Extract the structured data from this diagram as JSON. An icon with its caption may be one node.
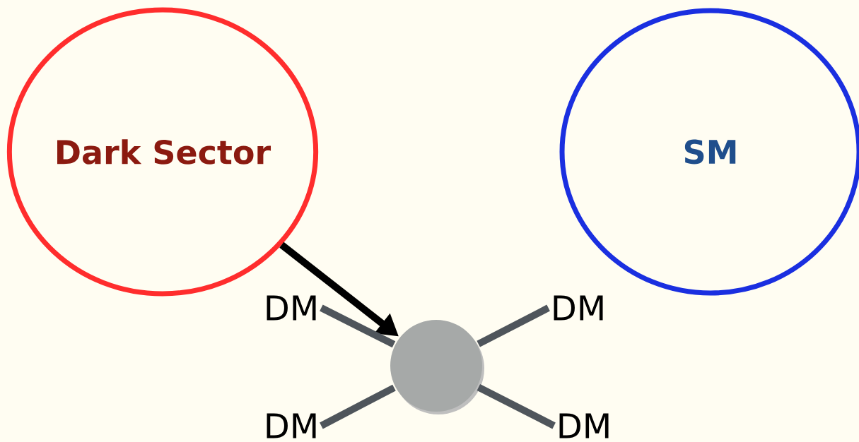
{
  "diagram": {
    "nodes": [
      {
        "text": [
          "Dark Sector"
        ]
      },
      {
        "text": [
          "SM"
        ]
      },
      {
        "text": [],
        "shape": "circle"
      },
      {
        "text": [
          "DM"
        ]
      },
      {
        "text": [
          "DM"
        ]
      },
      {
        "text": [
          "DM"
        ]
      },
      {
        "text": [
          "DM"
        ]
      }
    ],
    "edges": [
      {
        "from": 0,
        "to": 2,
        "arrow": "to",
        "color": "#000000"
      },
      {
        "from": 3,
        "to": 2,
        "arrow": "none"
      },
      {
        "from": 4,
        "to": 2,
        "arrow": "none"
      },
      {
        "from": 5,
        "to": 2,
        "arrow": "none"
      },
      {
        "from": 6,
        "to": 2,
        "arrow": "none"
      }
    ]
  }
}
